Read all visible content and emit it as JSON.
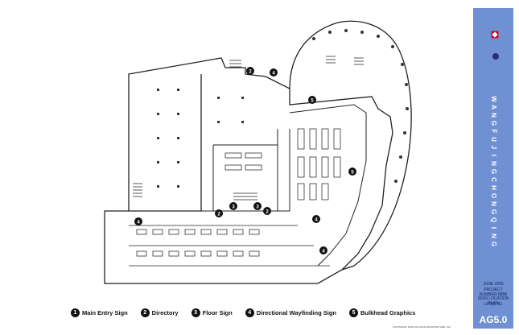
{
  "legend": [
    {
      "num": "1",
      "label": "Main Entry Sign"
    },
    {
      "num": "2",
      "label": "Directory"
    },
    {
      "num": "3",
      "label": "Floor Sign"
    },
    {
      "num": "4",
      "label": "Directional Wayfinding Sign"
    },
    {
      "num": "5",
      "label": "Bulkhead Graphics"
    }
  ],
  "markers": [
    {
      "num": "2",
      "ref": "stair-north"
    },
    {
      "num": "4",
      "ref": "stair-north-east"
    },
    {
      "num": "5",
      "ref": "atrium-top"
    },
    {
      "num": "5",
      "ref": "atrium-east"
    },
    {
      "num": "4",
      "ref": "west-entrance"
    },
    {
      "num": "2",
      "ref": "center-left"
    },
    {
      "num": "3",
      "ref": "center-a"
    },
    {
      "num": "3",
      "ref": "center-b"
    },
    {
      "num": "2",
      "ref": "center-right"
    },
    {
      "num": "4",
      "ref": "curve-upper"
    },
    {
      "num": "4",
      "ref": "curve-lower"
    }
  ],
  "title_block": {
    "vertical_title": [
      "W",
      "A",
      "N",
      "G",
      "F",
      "U",
      "J",
      "I",
      "N",
      "G",
      "",
      "C",
      "H",
      "O",
      "N",
      "G",
      "Q",
      "I",
      "N",
      "G"
    ],
    "date": "JUNE 2005",
    "project_label": "PROJECT NUMBER 8888",
    "sheet_label": "SIGN LOCATION PLAN",
    "level_label": "LEVEL B1",
    "drawing_code": "AG5.0"
  },
  "copyright": "COPYRIGHT 2005 CALLISON ARCHITECTURE, INC."
}
